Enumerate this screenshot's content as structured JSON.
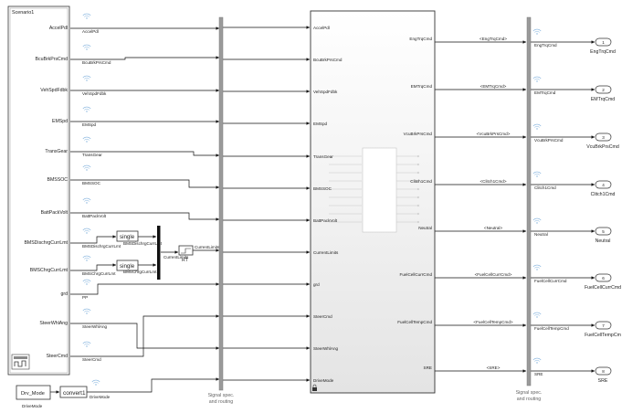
{
  "scenario": {
    "title": "Scenario1"
  },
  "scenario_outputs": [
    "AccelPdl",
    "BcuBrkPrsCmd",
    "VehSpdFdbk",
    "EMSpd",
    "TransGear",
    "BMSSOC",
    "BattPackVolt",
    "BMSDischrgCurrLmt",
    "BMSChrgCurrLmt",
    "grd",
    "SteerWhlAng",
    "SteerCmd"
  ],
  "wire_labels": [
    "AccelPdl",
    "BcuBrkPrsCmd",
    "VehSpdFdbk",
    "EMSpd",
    "TransGear",
    "BMSSOC",
    "BattPackVolt",
    "BMSDischrgCurrLmt",
    "BMSChrgCurrLmt",
    "PP",
    "SteerWhlAng",
    "SteerCmd"
  ],
  "convert_blocks": {
    "single_label": "single",
    "discharge_label": "BMSDischrgCurrLmt",
    "charge_label": "BMSChrgCurrLmt",
    "mux_output": "CurrentLimits",
    "rt_label": "RT",
    "rt_output": "CurrentLimits"
  },
  "drive_mode": {
    "source": "Drv_Mode",
    "source_caption": "DriveMode",
    "convert": "convert1",
    "wire_label": "DriveMode"
  },
  "bus_captions": {
    "left": "Signal spec.\nand routing",
    "right": "Signal spec.\nand routing"
  },
  "subsystem_inputs": [
    "AccelPdl",
    "BcuBrkPrsCmd",
    "VehSpdFdbk",
    "EMSpd",
    "TransGear",
    "BMSSOC",
    "BattPackVolt",
    "CurrentLimits",
    "grd",
    "SteerCmd",
    "SteerWhlAng",
    "DriveMode"
  ],
  "subsystem_outputs": [
    "EngTrqCmd",
    "EMTrqCmd",
    "VcuBrkPrsCmd",
    "Clitch1Cmd",
    "Neutral",
    "FuelCellCurrCmd",
    "FuelCellTempCmd",
    "SRE"
  ],
  "output_wire_labels": [
    "<EngTrqCmd>",
    "<EMTrqCmd>",
    "<VcuBrkPrsCmd>",
    "<Clitch1Cmd>",
    "<Neutral>",
    "<FuelCellCurrCmd>",
    "<FuelCellTempCmd>",
    "<SRE>"
  ],
  "outports": [
    {
      "num": "1",
      "name": "EngTrqCmd",
      "label": "EngTrqCmd"
    },
    {
      "num": "2",
      "name": "EMTrqCmd",
      "label": "EMTrqCmd"
    },
    {
      "num": "3",
      "name": "VcuBrkPrsCmd",
      "label": "VcuBrkPrsCmd"
    },
    {
      "num": "4",
      "name": "Clitch1Cmd",
      "label": "Clitch1Cmd"
    },
    {
      "num": "5",
      "name": "Neutral",
      "label": "Neutral"
    },
    {
      "num": "6",
      "name": "FuelCellCurrCmd",
      "label": "FuelCellCurrCmd"
    },
    {
      "num": "7",
      "name": "FuelCellTempCmd",
      "label": "FuelCellTempCm"
    },
    {
      "num": "8",
      "name": "SRE",
      "label": "SRE"
    }
  ]
}
